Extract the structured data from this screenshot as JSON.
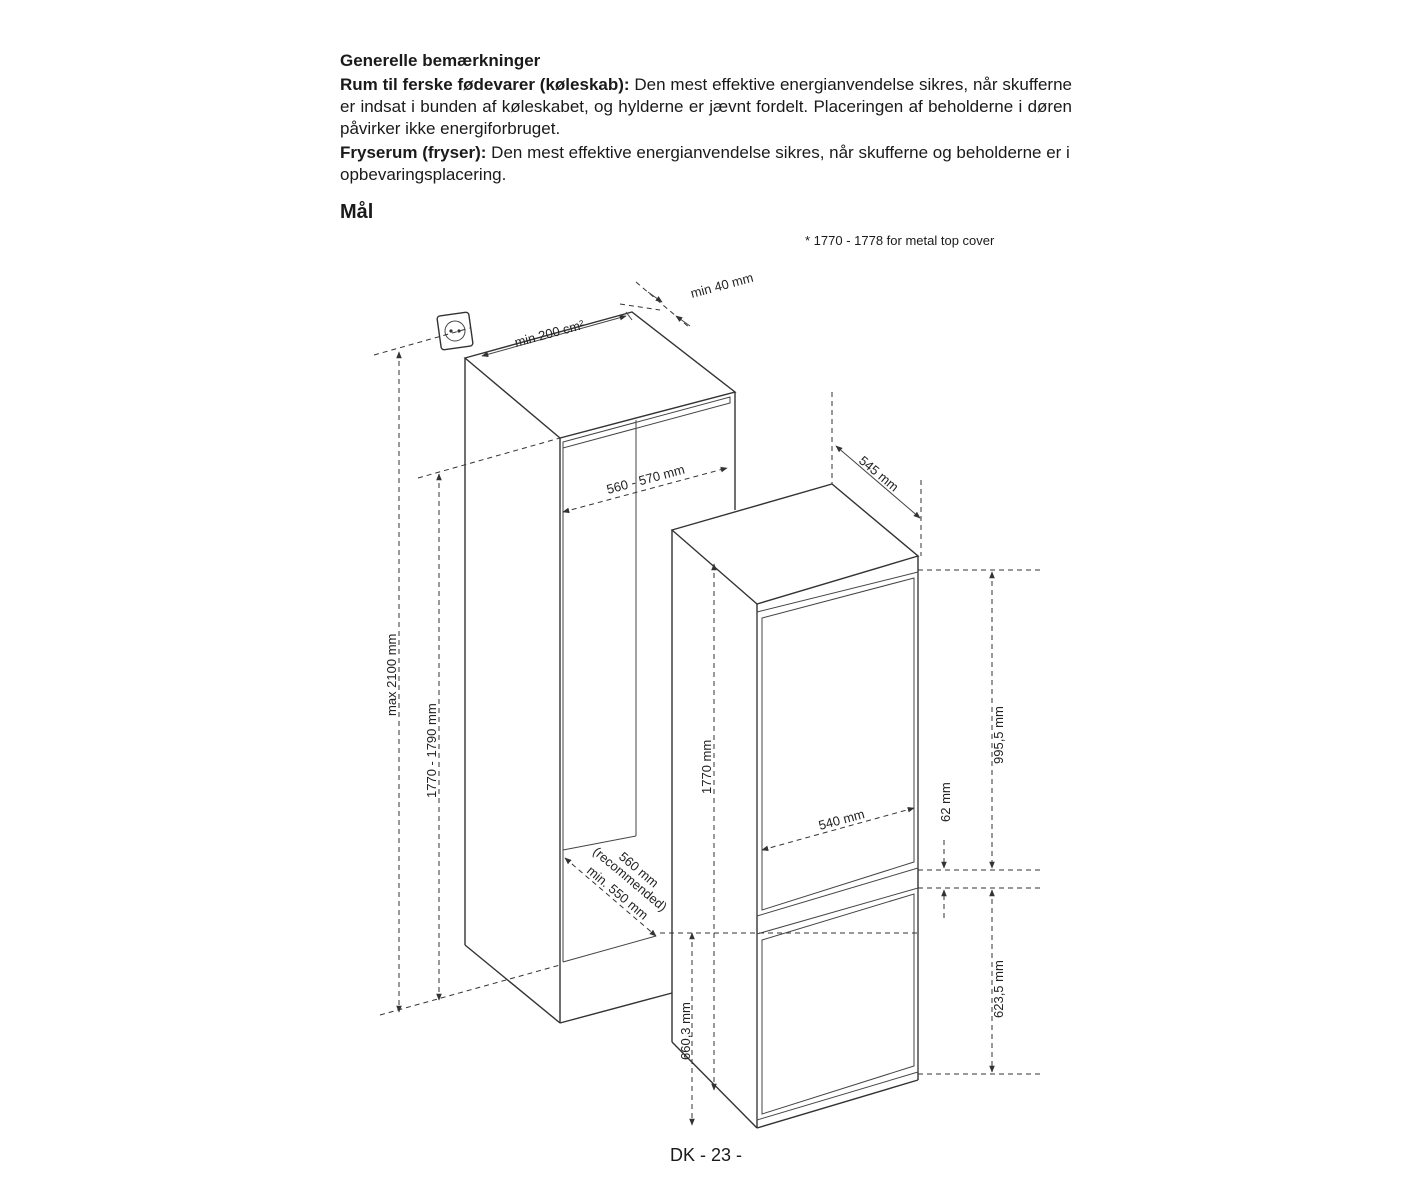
{
  "notes": {
    "heading": "Generelle bemærkninger",
    "fridge_term": "Rum til ferske fødevarer (køleskab):",
    "fridge_text": " Den mest effektive energianvendelse sikres, når skufferne er indsat i bunden af køleskabet, og hylderne er jævnt fordelt. Placeringen af beholderne i døren påvirker ikke energiforbruget.",
    "freezer_term": "Fryserum (fryser):",
    "freezer_text": " Den mest effektive energianvendelse sikres, når skufferne og beholderne er i opbevaringsplacering."
  },
  "section_title": "Mål",
  "footnote": "* 1770 - 1778 for metal top cover",
  "dimensions": {
    "vent_gap": "min 40 mm",
    "vent_area": "min 200 cm²",
    "max_height": "max 2100 mm",
    "niche_height": "1770 - 1790 mm",
    "niche_width": "560 - 570 mm",
    "niche_depth_1": "560 mm",
    "niche_depth_2": "(recommended)",
    "niche_depth_3": "min. 550 mm",
    "appliance_depth": "545 mm",
    "appliance_height": "1770 mm",
    "appliance_width": "540 mm",
    "upper_door": "995,5 mm",
    "door_gap": "62 mm",
    "lower_door": "623,5 mm",
    "floor_to_split": "660,3 mm"
  },
  "page_number": "DK - 23 -"
}
